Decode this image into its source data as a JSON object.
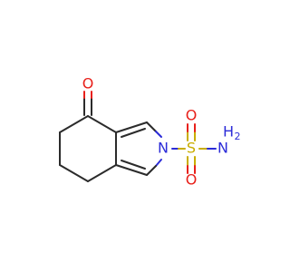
{
  "molecule": {
    "atoms": {
      "oxygen_ketone": "O",
      "nitrogen_ring": "N",
      "sulfur": "S",
      "oxygen_top": "O",
      "oxygen_bottom": "O",
      "nitrogen_amine": "N",
      "amine_h_top": "H",
      "amine_h_sub": "2"
    },
    "colors": {
      "carbon_bond": "#2b2b2b",
      "oxygen": "#e8201a",
      "nitrogen": "#2c2cd8",
      "sulfur": "#c9ad00"
    }
  }
}
